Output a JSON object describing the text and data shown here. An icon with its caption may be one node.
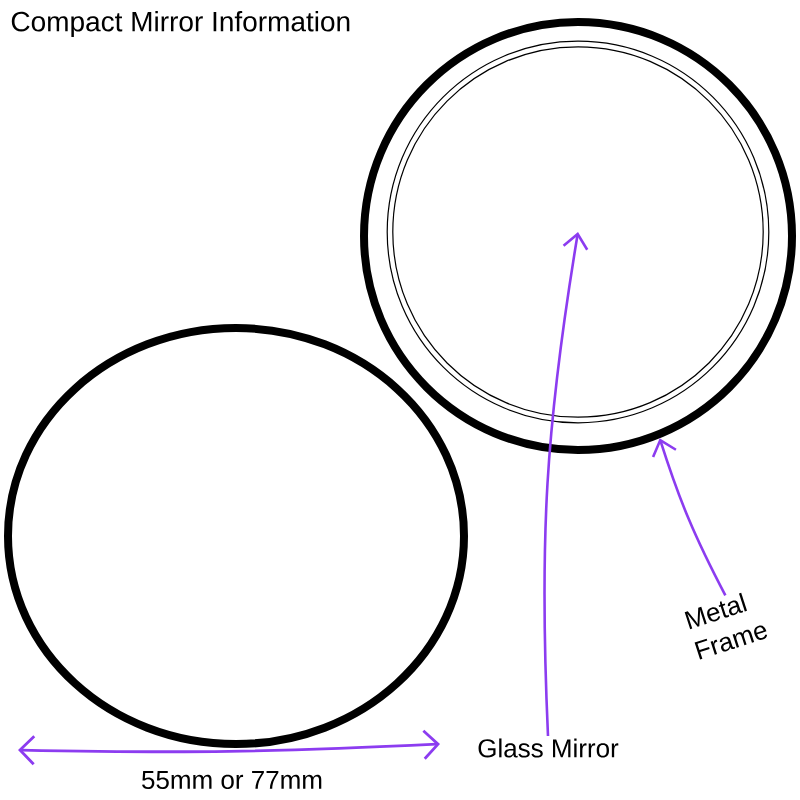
{
  "diagram": {
    "title": "Compact Mirror Information",
    "nodes": [
      {
        "text": [],
        "shape": "circle"
      },
      {
        "text": [],
        "shape": "circle",
        "in": 0
      },
      {
        "text": [],
        "shape": "circle"
      },
      {
        "text": [
          "Glass Mirror"
        ]
      },
      {
        "text": [
          "Metal Frame"
        ]
      }
    ],
    "edges": [
      {
        "from": 3,
        "to": 1,
        "arrow": "to"
      },
      {
        "from": 4,
        "to": 0,
        "arrow": "to"
      }
    ],
    "labels": [
      "55mm or 77mm"
    ]
  }
}
